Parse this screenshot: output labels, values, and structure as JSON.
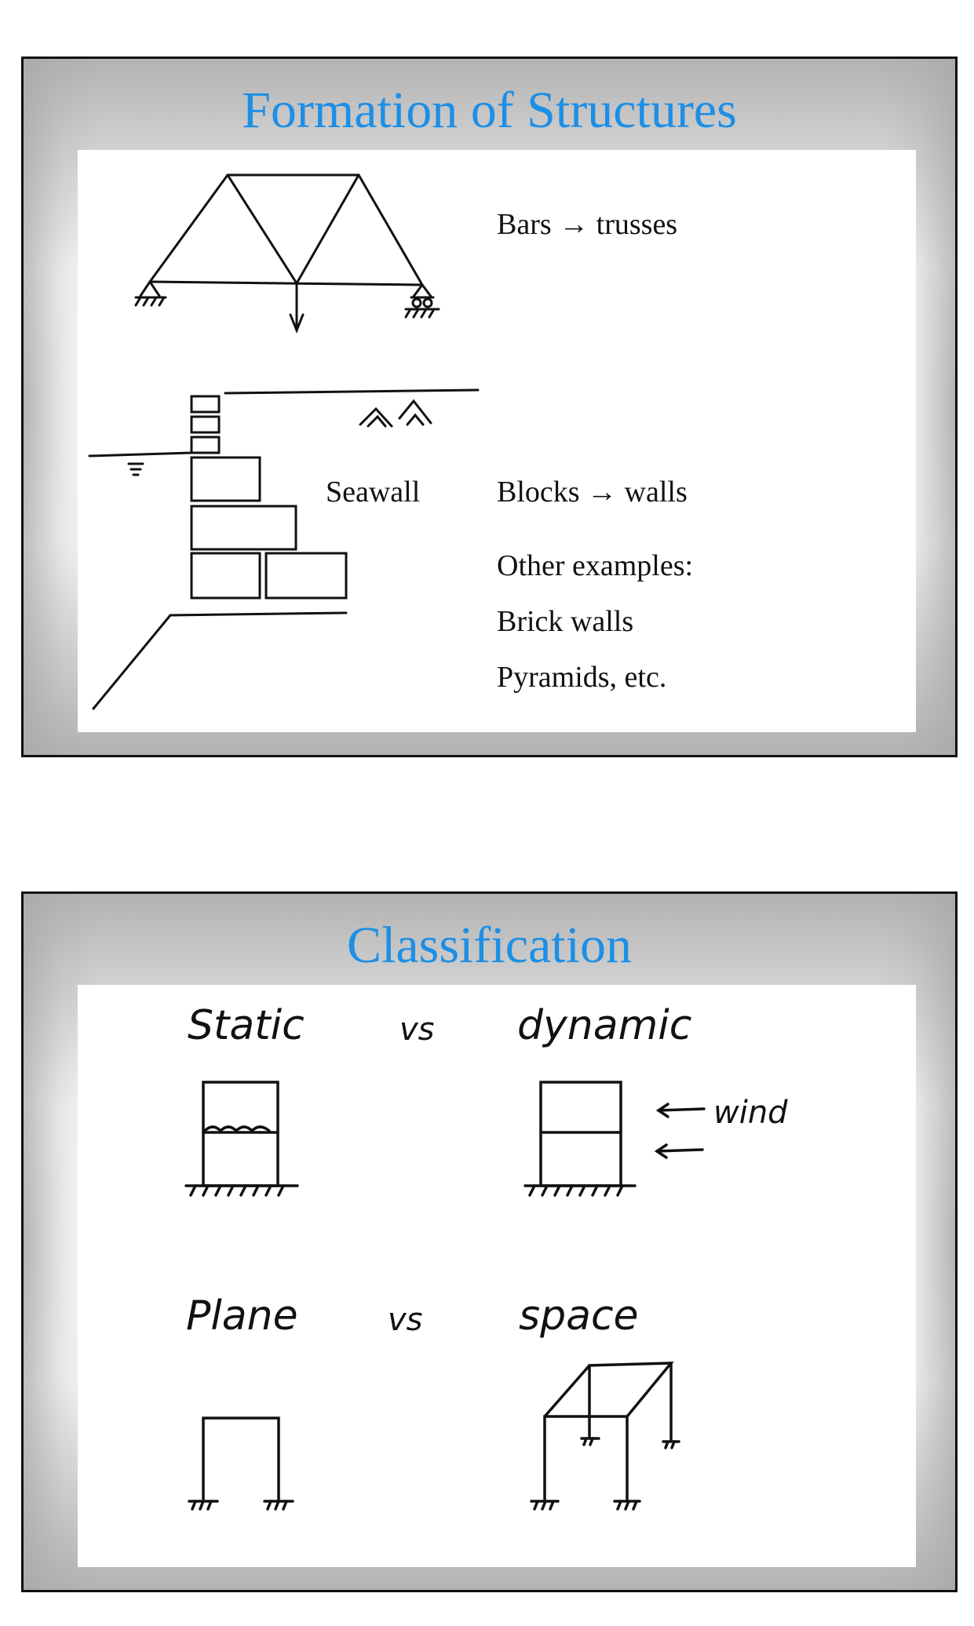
{
  "slides": [
    {
      "title": "Formation of Structures",
      "bars_label": "Bars → trusses",
      "seawall_label": "Seawall",
      "blocks_label": "Blocks → walls",
      "other_header": "Other examples:",
      "example_1": "Brick walls",
      "example_2": "Pyramids, etc."
    },
    {
      "title": "Classification",
      "static_label": "Static",
      "vs_1": "vs",
      "dynamic_label": "dynamic",
      "wind_label": "wind",
      "plane_label": "Plane",
      "vs_2": "vs",
      "space_label": "space"
    }
  ]
}
